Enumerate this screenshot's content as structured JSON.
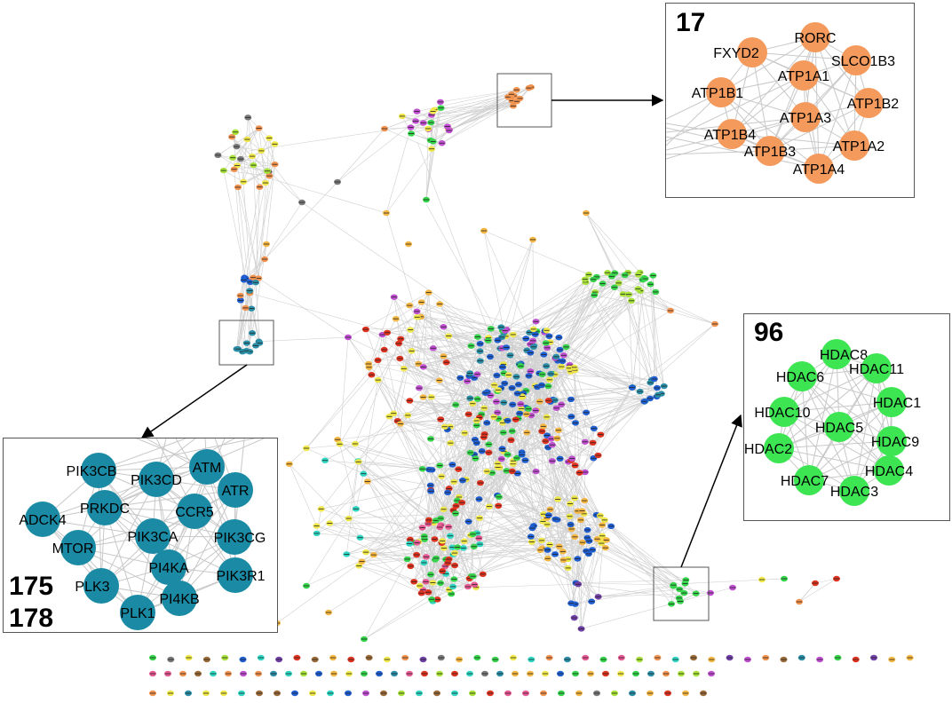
{
  "colors": {
    "orange": "#f49a5c",
    "green": "#3de553",
    "teal": "#1a8aa5",
    "edge": "#bdbdbd",
    "network_palette": [
      "#f2934f",
      "#36d44b",
      "#1f5fd1",
      "#e0331f",
      "#f0e84a",
      "#c04fd1",
      "#2b8fa8",
      "#f5b743",
      "#a8e23b",
      "#7040a8",
      "#2fd6c2",
      "#7a7a7a",
      "#e85a94",
      "#9b6b3a"
    ]
  },
  "clusters": [
    {
      "id": "cluster-17",
      "label": "17",
      "color": "#f49a5c",
      "nodes": [
        {
          "name": "RORC"
        },
        {
          "name": "FXYD2"
        },
        {
          "name": "SLCO1B3"
        },
        {
          "name": "ATP1A1"
        },
        {
          "name": "ATP1B1"
        },
        {
          "name": "ATP1B2"
        },
        {
          "name": "ATP1A3"
        },
        {
          "name": "ATP1B4"
        },
        {
          "name": "ATP1A2"
        },
        {
          "name": "ATP1B3"
        },
        {
          "name": "ATP1A4"
        }
      ]
    },
    {
      "id": "cluster-96",
      "label": "96",
      "color": "#3de553",
      "nodes": [
        {
          "name": "HDAC8"
        },
        {
          "name": "HDAC6"
        },
        {
          "name": "HDAC11"
        },
        {
          "name": "HDAC1"
        },
        {
          "name": "HDAC10"
        },
        {
          "name": "HDAC5"
        },
        {
          "name": "HDAC9"
        },
        {
          "name": "HDAC2"
        },
        {
          "name": "HDAC4"
        },
        {
          "name": "HDAC7"
        },
        {
          "name": "HDAC3"
        }
      ]
    },
    {
      "id": "cluster-175",
      "labels": [
        "175",
        "178"
      ],
      "color": "#1a8aa5",
      "nodes": [
        {
          "name": "PIK3CB"
        },
        {
          "name": "PIK3CD"
        },
        {
          "name": "ATM"
        },
        {
          "name": "ATR"
        },
        {
          "name": "PRKDC"
        },
        {
          "name": "CCR5"
        },
        {
          "name": "ADCK4"
        },
        {
          "name": "PIK3CA"
        },
        {
          "name": "PIK3CG"
        },
        {
          "name": "MTOR"
        },
        {
          "name": "PI4KA"
        },
        {
          "name": "PIK3R1"
        },
        {
          "name": "PLK3"
        },
        {
          "name": "PI4KB"
        },
        {
          "name": "PLK1"
        }
      ]
    }
  ]
}
